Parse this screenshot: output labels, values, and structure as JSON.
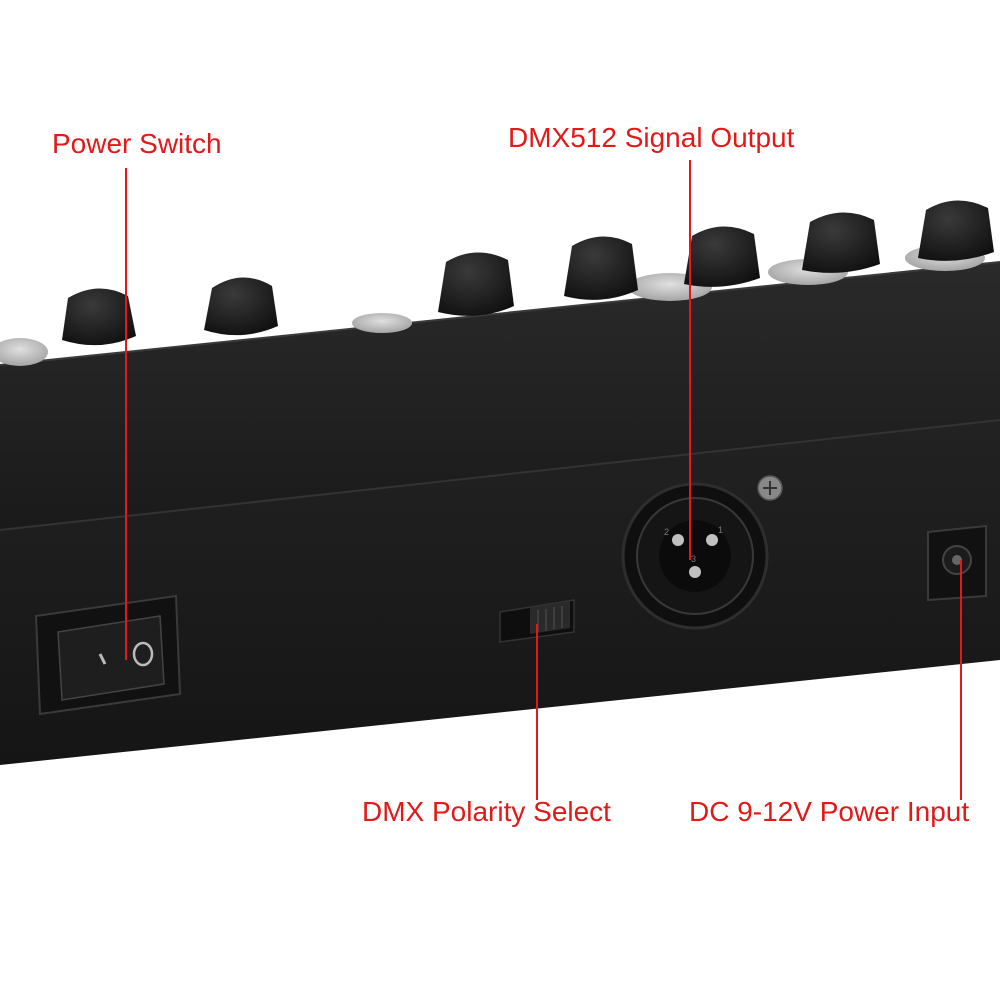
{
  "labels": {
    "power_switch": "Power Switch",
    "dmx_output": "DMX512 Signal Output",
    "polarity_select": "DMX Polarity Select",
    "dc_input": "DC 9-12V Power Input"
  },
  "switch_symbols": {
    "on": "I",
    "off": "O"
  },
  "xlr_pins": {
    "pin1": "1",
    "pin2": "2",
    "pin3": "3"
  },
  "colors": {
    "callout": "#e31818",
    "body": "#1c1c1c",
    "knob": "#1a1a1a",
    "cap": "#c8c8c8"
  }
}
